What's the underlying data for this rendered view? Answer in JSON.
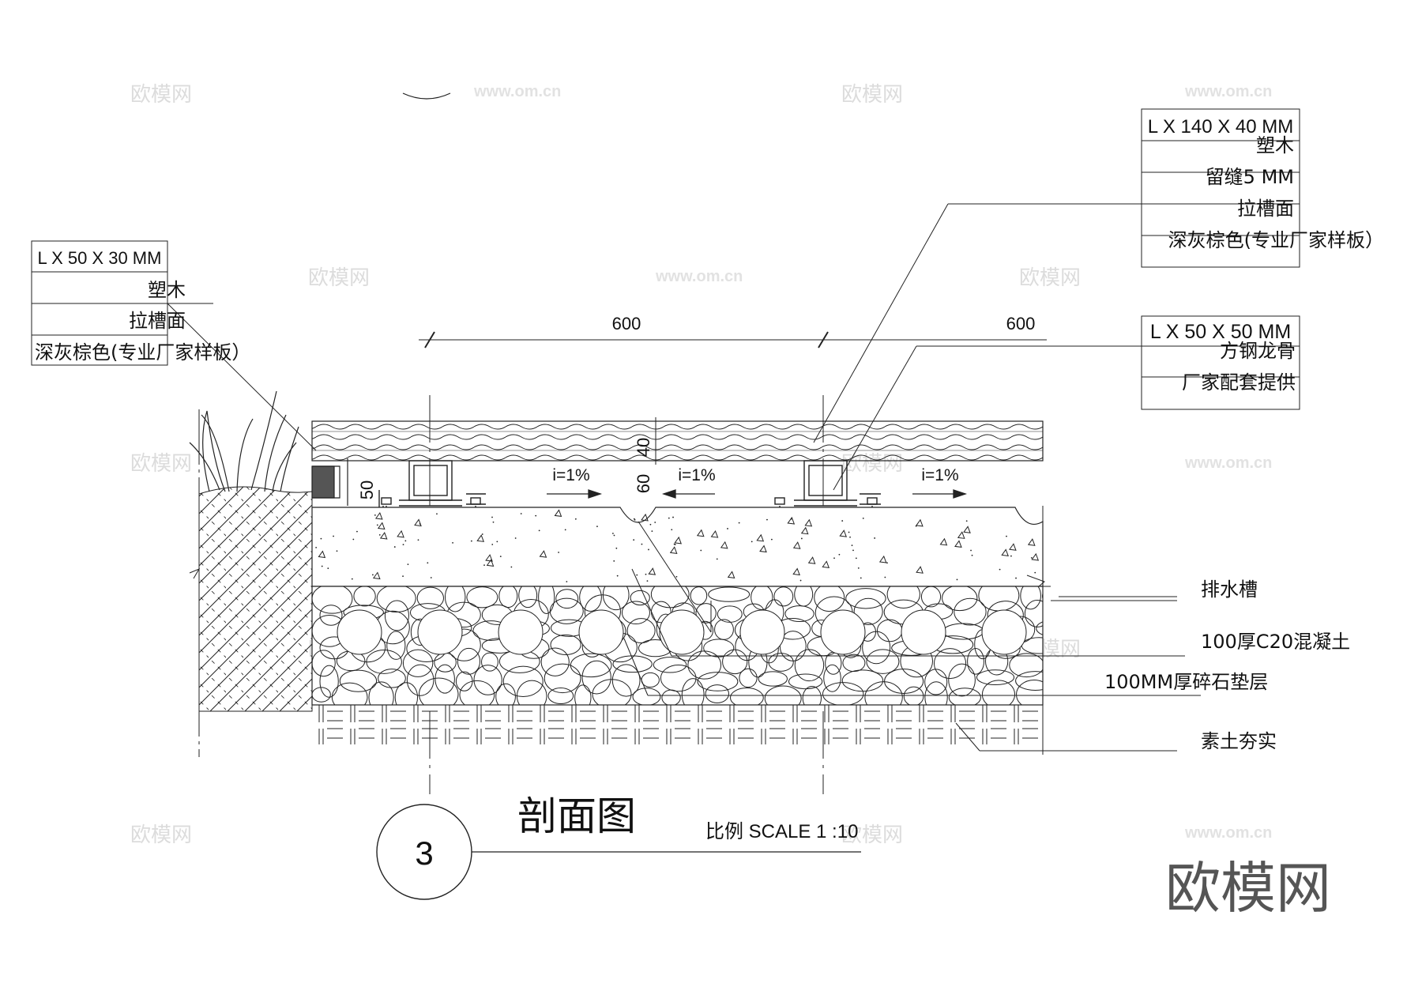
{
  "left_spec": {
    "size": "L X 50 X 30 MM",
    "material": "塑木",
    "finish": "拉槽面",
    "color": "深灰棕色(专业厂家样板）"
  },
  "right_spec_top": {
    "size": "L X 140 X 40 MM",
    "material": "塑木",
    "gap": "留缝5 MM",
    "finish": "拉槽面",
    "color": "深灰棕色(专业厂家样板）"
  },
  "right_spec_mid": {
    "size": "L X 50 X 50 MM",
    "material": "方钢龙骨",
    "supply": "厂家配套提供"
  },
  "dimensions": {
    "span_1": "600",
    "span_2": "600",
    "board_thickness": "40",
    "trench_depth": "60",
    "curb_height": "50"
  },
  "slopes": [
    "i=1%",
    "i=1%",
    "i=1%"
  ],
  "layer_labels": {
    "drain": "排水槽",
    "concrete": "100厚C20混凝土",
    "gravel": "100MM厚碎石垫层",
    "soil": "素土夯实"
  },
  "title": {
    "number": "3",
    "name": "剖面图",
    "scale": "比例 SCALE 1 :10"
  },
  "watermark": {
    "brand": "欧模网",
    "url": "www.om.cn"
  },
  "colors": {
    "line": "#111111",
    "watermark": "#dcdcdc",
    "background": "#ffffff"
  }
}
